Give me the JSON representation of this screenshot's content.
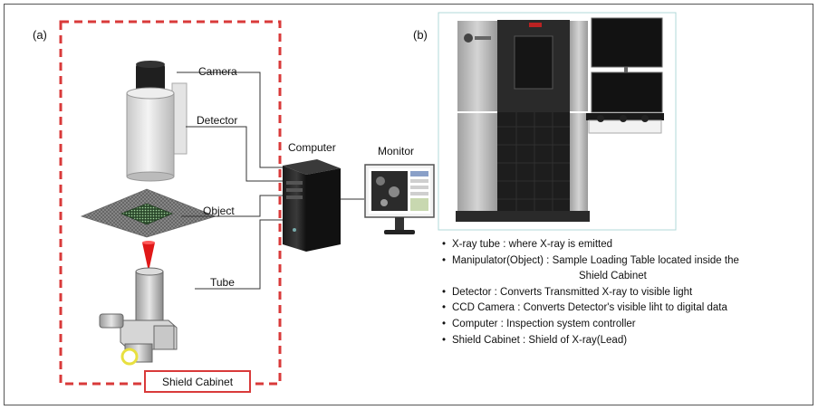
{
  "panel_a": {
    "tag": "(a)",
    "labels": {
      "camera": "Camera",
      "detector": "Detector",
      "object": "Object",
      "tube": "Tube",
      "computer": "Computer",
      "monitor": "Monitor"
    },
    "shield_cabinet": "Shield Cabinet"
  },
  "panel_b": {
    "tag": "(b)",
    "legend": [
      {
        "text": "X-ray tube : where X-ray is emitted"
      },
      {
        "text": "Manipulator(Object) : Sample Loading Table located inside the",
        "cont": "Shield Cabinet"
      },
      {
        "text": "Detector : Converts Transmitted X-ray to visible light"
      },
      {
        "text": "CCD Camera : Converts Detector's visible liht to digital data"
      },
      {
        "text": "Computer : Inspection system controller"
      },
      {
        "text": "Shield Cabinet : Shield of X-ray(Lead)"
      }
    ]
  },
  "colors": {
    "shield_dash": "#d93a3a",
    "tube_beam": "#e01818",
    "tube_base": "#e8e040"
  }
}
